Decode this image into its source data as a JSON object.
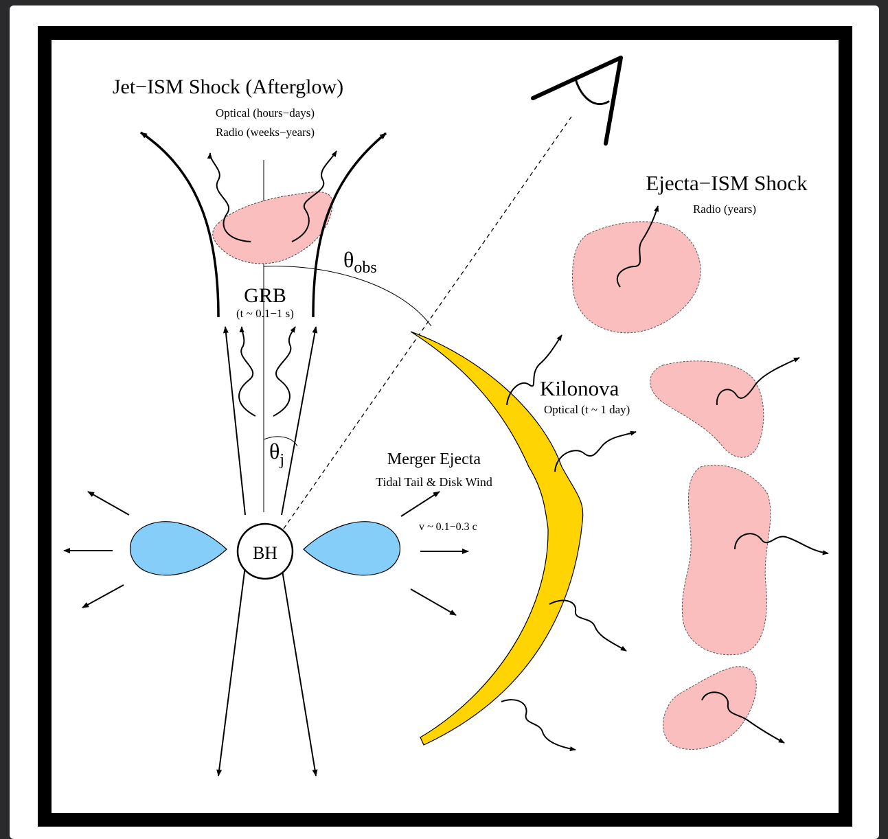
{
  "diagram": {
    "afterglow": {
      "title": "Jet−ISM Shock (Afterglow)",
      "line1": "Optical (hours−days)",
      "line2": "Radio (weeks−years)"
    },
    "ejecta_shock": {
      "title": "Ejecta−ISM Shock",
      "line1": "Radio (years)"
    },
    "grb": {
      "title": "GRB",
      "timescale": "(t ~ 0.1−1 s)"
    },
    "theta_obs": {
      "symbol": "θ",
      "subscript": "obs"
    },
    "theta_j": {
      "symbol": "θ",
      "subscript": "j"
    },
    "kilonova": {
      "title": "Kilonova",
      "line1": "Optical (t ~ 1 day)"
    },
    "merger_ejecta": {
      "title": "Merger Ejecta",
      "line1": "Tidal Tail & Disk Wind",
      "velocity": "v ~ 0.1−0.3 c"
    },
    "bh": {
      "label": "BH"
    },
    "colors": {
      "shock_fill": "#fbbebf",
      "kilonova_fill": "#ffd400",
      "disk_fill": "#86cefa",
      "frame": "#000000",
      "outer_background": "#2a2a2c"
    },
    "icons": [
      "eye-icon"
    ]
  }
}
